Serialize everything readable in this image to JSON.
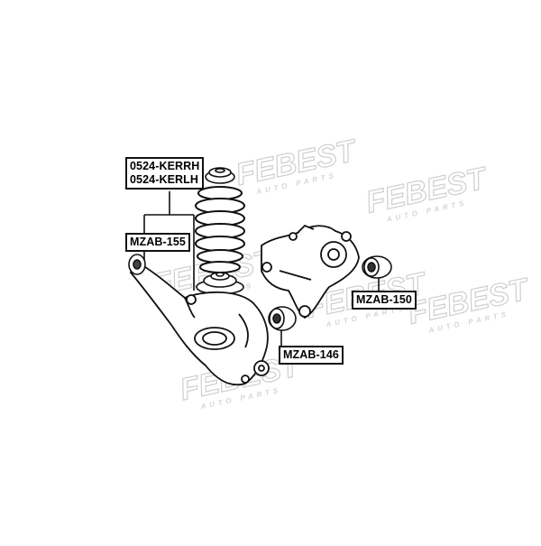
{
  "watermark": {
    "brand": "FEBEST",
    "tagline": "AUTO PARTS"
  },
  "part_labels": {
    "spring": [
      "0524-KERRH",
      "0524-KERLH"
    ],
    "lower_arm_bushing": "MZAB-155",
    "knuckle_bushing_upper": "MZAB-150",
    "knuckle_bushing_lower": "MZAB-146"
  }
}
